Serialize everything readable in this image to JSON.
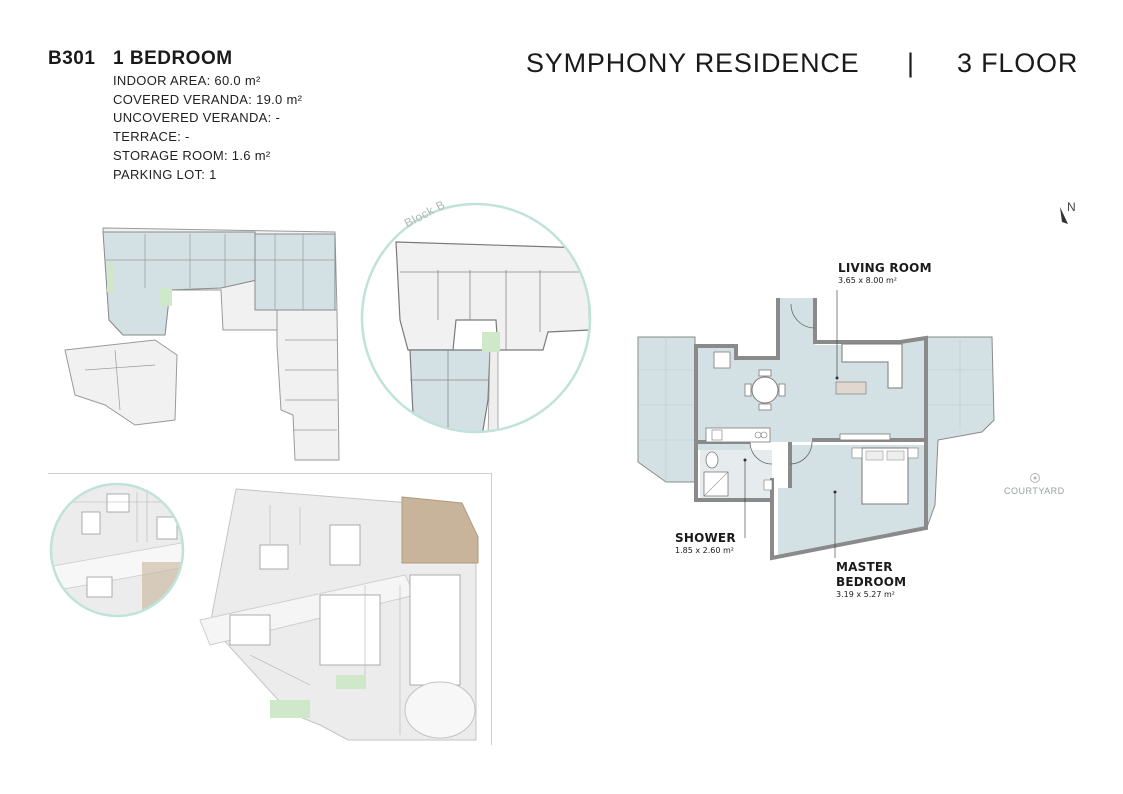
{
  "unit": {
    "code": "B301",
    "type": "1 BEDROOM",
    "specs": [
      "INDOOR AREA: 60.0 m²",
      "COVERED VERANDA: 19.0 m²",
      "UNCOVERED VERANDA: -",
      "TERRACE: -",
      "STORAGE ROOM: 1.6 m²",
      "PARKING LOT: 1"
    ]
  },
  "header": {
    "project": "SYMPHONY RESIDENCE",
    "separator": "|",
    "floor": "3 FLOOR"
  },
  "block_plan": {
    "label": "Block B"
  },
  "rooms": {
    "living": {
      "name": "LIVING ROOM",
      "dims": "3.65 x 8.00 m²"
    },
    "shower": {
      "name": "SHOWER",
      "dims": "1.85 x 2.60 m²"
    },
    "bedroom": {
      "name_line1": "MASTER",
      "name_line2": "BEDROOM",
      "dims": "3.19 x 5.27 m²"
    }
  },
  "courtyard_label": "COURTYARD",
  "north_label": "N",
  "colors": {
    "unit_fill": "#d4e1e4",
    "wall": "#8a8a8a",
    "circle_stroke": "#bfe3da",
    "site_fill": "#ececec",
    "pool_fill": "#c8b49a",
    "green": "#cfe8c9"
  }
}
